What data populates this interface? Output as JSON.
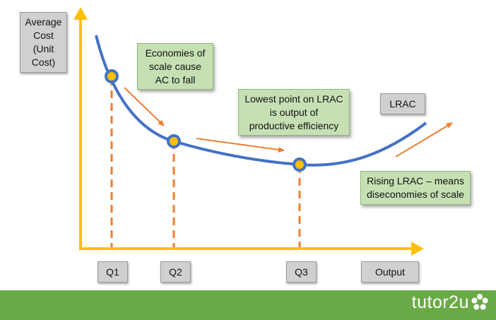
{
  "y_axis_label": "Average\nCost\n(Unit\nCost)",
  "x_axis_label": "Output",
  "curve_label": "LRAC",
  "quantity_labels": [
    "Q1",
    "Q2",
    "Q3"
  ],
  "annotations": {
    "economies": "Economies of\nscale cause\nAC to fall",
    "lowest_point": "Lowest point on LRAC\nis output of\nproductive efficiency",
    "diseconomies": "Rising LRAC – means\ndiseconomies of scale"
  },
  "brand": "tutor2u",
  "colors": {
    "axis": "#ffc000",
    "curve": "#4472c4",
    "dashed": "#ed7d31",
    "arrow": "#ed7d31",
    "point_fill": "#ffc000",
    "note_bg": "#c6e0b4",
    "label_bg": "#d0d0d0",
    "footer": "#6aaa46"
  }
}
